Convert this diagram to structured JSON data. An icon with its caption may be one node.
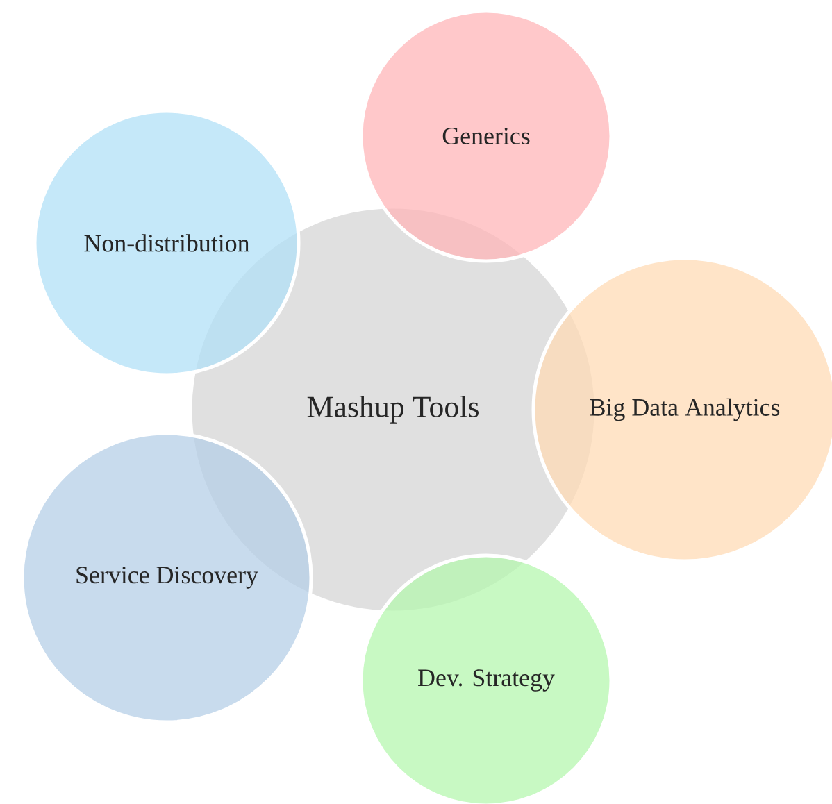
{
  "diagram": {
    "nodes": [
      {
        "text": [
          "Mashup Tools"
        ]
      },
      {
        "text": [
          "Generics"
        ]
      },
      {
        "text": [
          "Non-distribution"
        ]
      },
      {
        "text": [
          "Big Data Analytics"
        ]
      },
      {
        "text": [
          "Service Discovery"
        ]
      },
      {
        "text": [
          "Dev. Strategy"
        ]
      }
    ]
  }
}
